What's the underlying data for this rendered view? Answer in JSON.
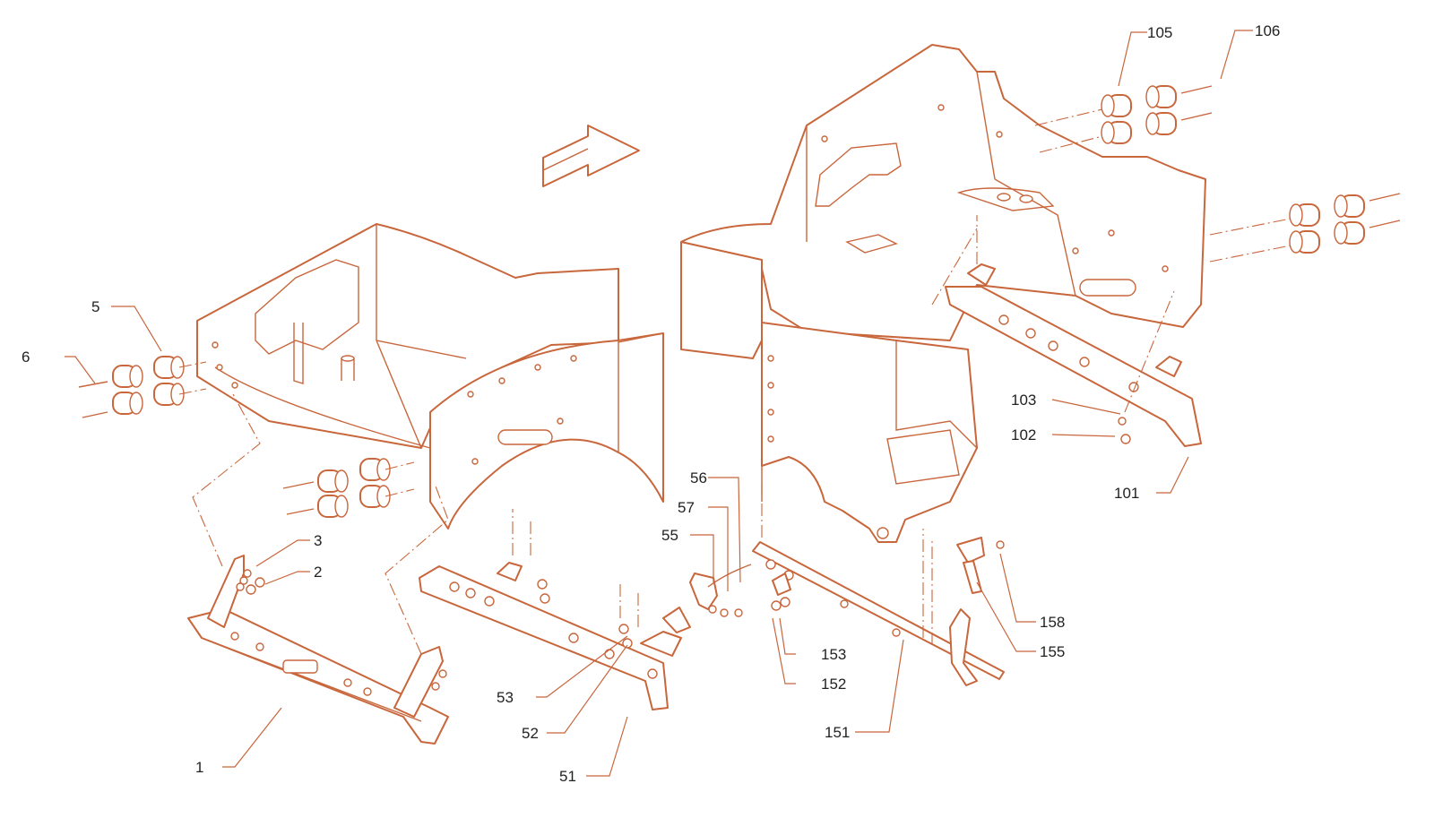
{
  "colors": {
    "ink": "#c8663c",
    "label": "#222222",
    "background": "#ffffff"
  },
  "callouts": [
    {
      "id": "105",
      "text": "105"
    },
    {
      "id": "106",
      "text": "106"
    },
    {
      "id": "5",
      "text": "5"
    },
    {
      "id": "6",
      "text": "6"
    },
    {
      "id": "103",
      "text": "103"
    },
    {
      "id": "102",
      "text": "102"
    },
    {
      "id": "101",
      "text": "101"
    },
    {
      "id": "56",
      "text": "56"
    },
    {
      "id": "57",
      "text": "57"
    },
    {
      "id": "55",
      "text": "55"
    },
    {
      "id": "3",
      "text": "3"
    },
    {
      "id": "2",
      "text": "2"
    },
    {
      "id": "158",
      "text": "158"
    },
    {
      "id": "153",
      "text": "153"
    },
    {
      "id": "155",
      "text": "155"
    },
    {
      "id": "152",
      "text": "152"
    },
    {
      "id": "53",
      "text": "53"
    },
    {
      "id": "52",
      "text": "52"
    },
    {
      "id": "151",
      "text": "151"
    },
    {
      "id": "1",
      "text": "1"
    },
    {
      "id": "51",
      "text": "51"
    }
  ],
  "icons": {
    "direction": "direction-arrow-icon"
  }
}
